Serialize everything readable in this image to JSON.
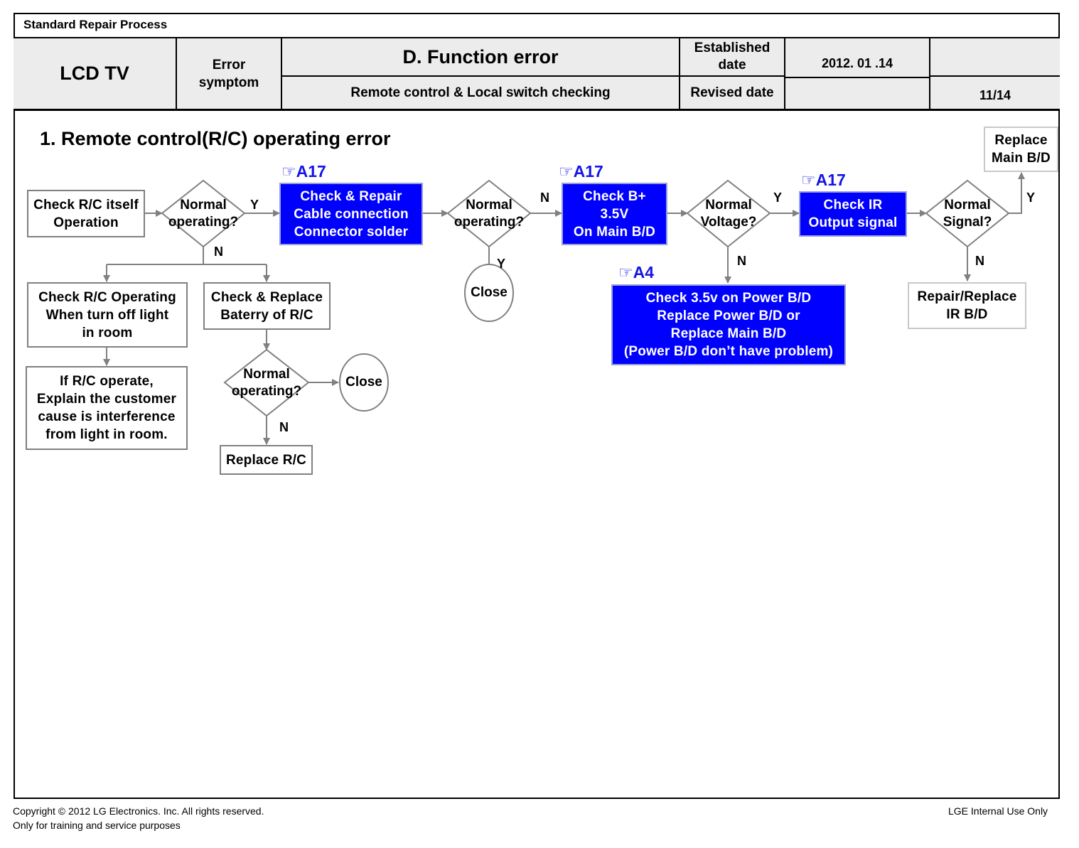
{
  "header": {
    "process_title": "Standard Repair Process",
    "product": "LCD  TV",
    "error_label": "Error\nsymptom",
    "error_title": "D. Function error",
    "error_subtitle": "Remote control & Local switch checking",
    "established_label": "Established\ndate",
    "established_value": "2012. 01 .14",
    "revised_label": "Revised date",
    "revised_value": "",
    "page": "11/14"
  },
  "section_title": "1. Remote control(R/C) operating error",
  "nodes": {
    "check_rc_itself": "Check R/C itself\nOperation",
    "decision_1": "Normal\noperating?",
    "check_repair_cable": "Check & Repair\nCable connection\nConnector solder",
    "decision_2": "Normal\noperating?",
    "close_1": "Close",
    "check_bplus": "Check B+\n3.5V\nOn Main B/D",
    "decision_voltage": "Normal\nVoltage?",
    "check_power": "Check 3.5v on Power B/D\nReplace Power B/D or\nReplace Main B/D\n(Power B/D don’t have problem)",
    "check_ir": "Check IR\nOutput signal",
    "decision_signal": "Normal\nSignal?",
    "replace_main": "Replace\nMain B/D",
    "repair_ir": "Repair/Replace\nIR B/D",
    "check_rc_light": "Check R/C Operating\nWhen turn off light\nin room",
    "explain_customer": "If R/C operate,\nExplain the customer\ncause is interference\nfrom light in room.",
    "check_battery": "Check & Replace\nBaterry of R/C",
    "decision_3": "Normal\noperating?",
    "close_2": "Close",
    "replace_rc": "Replace R/C"
  },
  "refs": {
    "ref_1": "☞A17",
    "ref_2": "☞A17",
    "ref_3": "☞A17",
    "ref_4": "☞A4"
  },
  "labels": {
    "y1": "Y",
    "n1": "N",
    "n2": "N",
    "y2": "Y",
    "y3": "Y",
    "n3": "N",
    "y4": "Y",
    "n4": "N",
    "n5": "N"
  },
  "footer": {
    "copyright": "Copyright © 2012 LG Electronics. Inc. All rights reserved.\nOnly for training and service purposes",
    "internal": "LGE Internal Use Only"
  },
  "colors": {
    "box_blue": "#0000ff",
    "ref_blue": "#1414e6",
    "line_gray": "#808080"
  }
}
